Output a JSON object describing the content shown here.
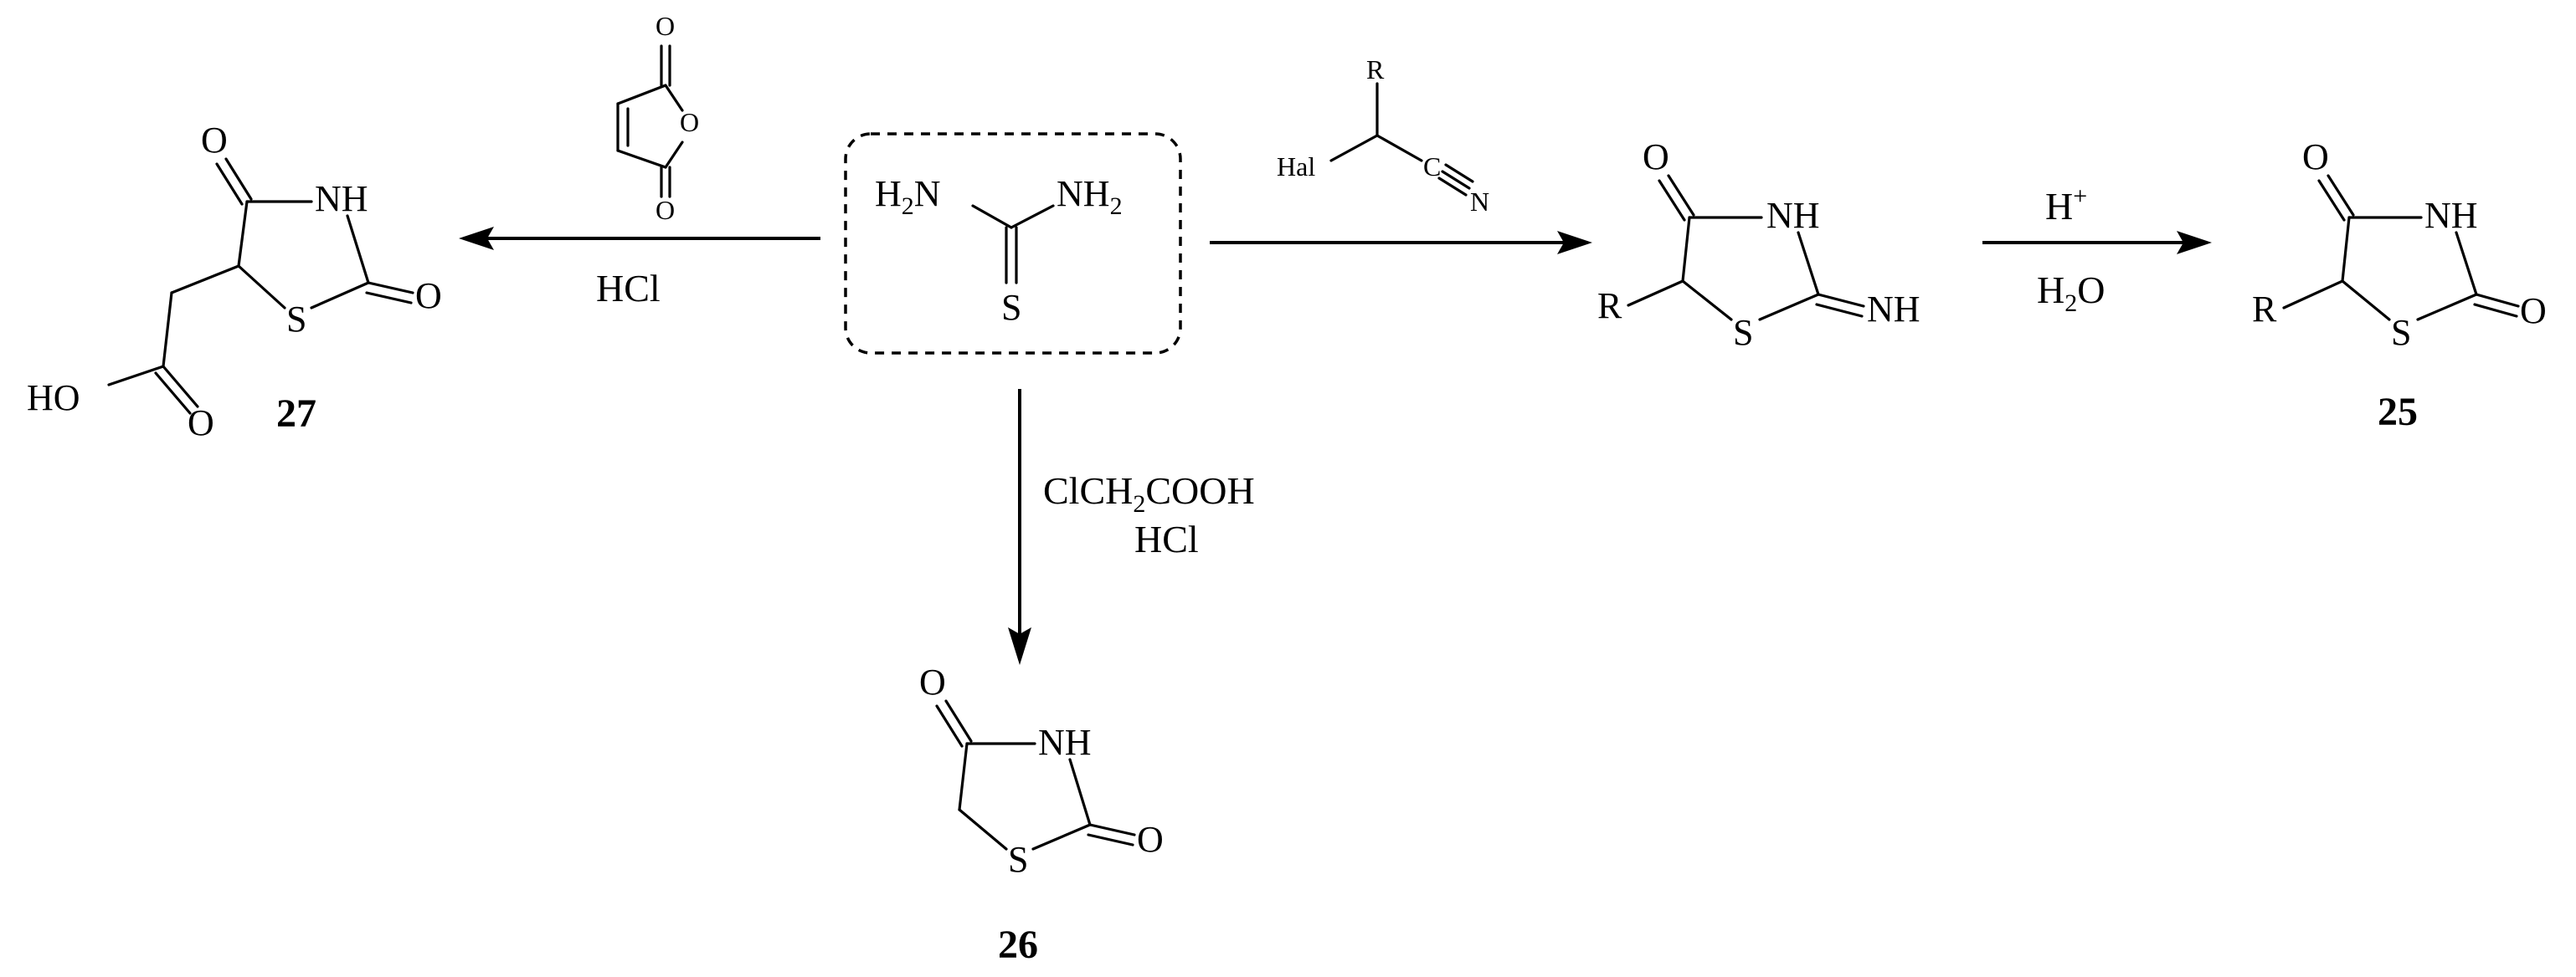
{
  "scheme": {
    "thiourea": {
      "nh2_left": "H2N",
      "nh2_right": "NH2",
      "s": "S"
    },
    "maleic_anhydride": {
      "o1": "O",
      "o2": "O",
      "o3": "O"
    },
    "halonitrile": {
      "r": "R",
      "hal": "Hal",
      "c": "C",
      "n": "N"
    },
    "cond_left": "HCl",
    "cond_down_1": "ClCH2COOH",
    "cond_down_2": "HCl",
    "cond_right_2_top": "H+",
    "cond_right_2_bottom": "H2O",
    "cmpd_27": {
      "o": "O",
      "nh": "NH",
      "s": "S",
      "o2": "O",
      "ho": "HO",
      "o3": "O",
      "label": "27"
    },
    "cmpd_26": {
      "o": "O",
      "nh": "NH",
      "s": "S",
      "o2": "O",
      "label": "26"
    },
    "cmpd_imino": {
      "o": "O",
      "nh": "NH",
      "s": "S",
      "r": "R",
      "nh_exo": "NH"
    },
    "cmpd_25": {
      "o": "O",
      "nh": "NH",
      "s": "S",
      "o2": "O",
      "r": "R",
      "label": "25"
    }
  }
}
